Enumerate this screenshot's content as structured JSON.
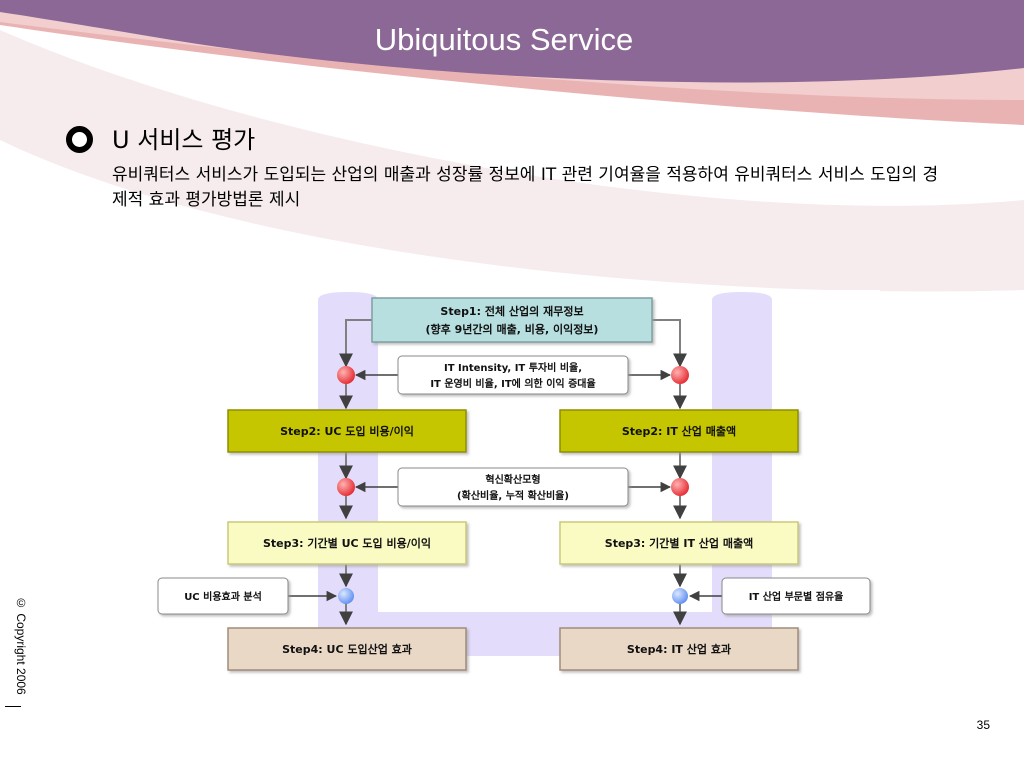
{
  "slide": {
    "title": "Ubiquitous Service",
    "bullet_heading": "U 서비스 평가",
    "body_text": "유비쿼터스 서비스가 도입되는 산업의 매출과 성장률 정보에 IT 관련 기여율을 적용하여 유비쿼터스 서비스 도입의 경제적 효과 평가방법론 제시",
    "copyright": "© Copyright 2006",
    "page_number": "35"
  },
  "colors": {
    "header_purple": "#8b6895",
    "header_pink": "#eab3b3",
    "slide_wash": "#f6ecee",
    "path_lavender": "#e3dcfb",
    "step1_fill": "#b7dfe0",
    "step2_fill": "#c5c600",
    "step3_fill": "#fafac3",
    "step4_fill": "#ead8c7",
    "red_node": "#e8333a",
    "blue_node": "#6c93ec"
  },
  "diagram": {
    "step1": {
      "line1": "Step1: 전체 산업의 재무정보",
      "line2": "(향후 9년간의 매출, 비용, 이익정보)"
    },
    "left": {
      "step2": "Step2: UC 도입 비용/이익",
      "step3": "Step3: 기간별 UC 도입 비용/이익",
      "input": "UC 비용효과 분석",
      "step4": "Step4: UC 도입산업 효과"
    },
    "right": {
      "step2": "Step2: IT 산업 매출액",
      "step3": "Step3: 기간별 IT 산업 매출액",
      "input": "IT 산업 부문별 점유율",
      "step4": "Step4: IT 산업 효과"
    },
    "center_input1": {
      "line1": "IT Intensity, IT 투자비 비율,",
      "line2": "IT 운영비 비율, IT에 의한 이익 증대율"
    },
    "center_input2": {
      "line1": "혁신확산모형",
      "line2": "(확산비율, 누적 확산비율)"
    }
  }
}
